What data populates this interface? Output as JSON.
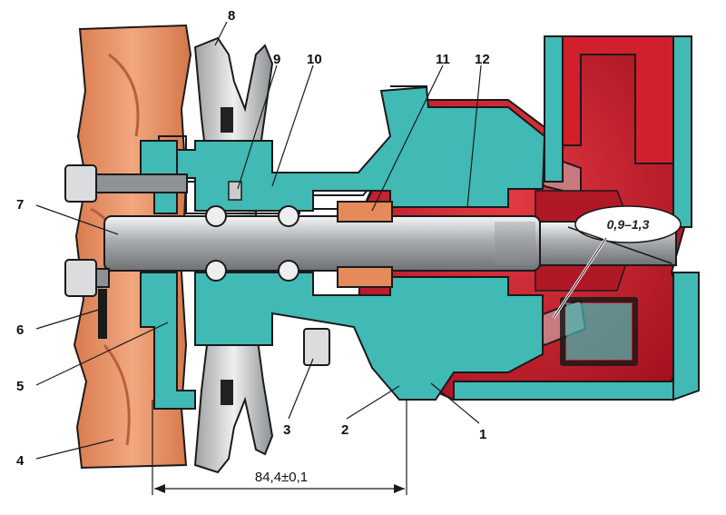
{
  "callouts": {
    "c1": "1",
    "c2": "2",
    "c3": "3",
    "c4": "4",
    "c5": "5",
    "c6": "6",
    "c7": "7",
    "c8": "8",
    "c9": "9",
    "c10": "10",
    "c11": "11",
    "c12": "12"
  },
  "dimensions": {
    "overall_length": "84,4±0,1",
    "impeller_clearance": "0,9–1,3"
  },
  "colors": {
    "fan_hub": "#e9956a",
    "housing_section": "#3fb7b2",
    "pump_cavity": "#c81a2a",
    "pulley": "#d9dbdc",
    "shaft": "#c9cbcd",
    "outline": "#1a1a1a"
  },
  "icons": {
    "callout_marker": "leader-line"
  }
}
